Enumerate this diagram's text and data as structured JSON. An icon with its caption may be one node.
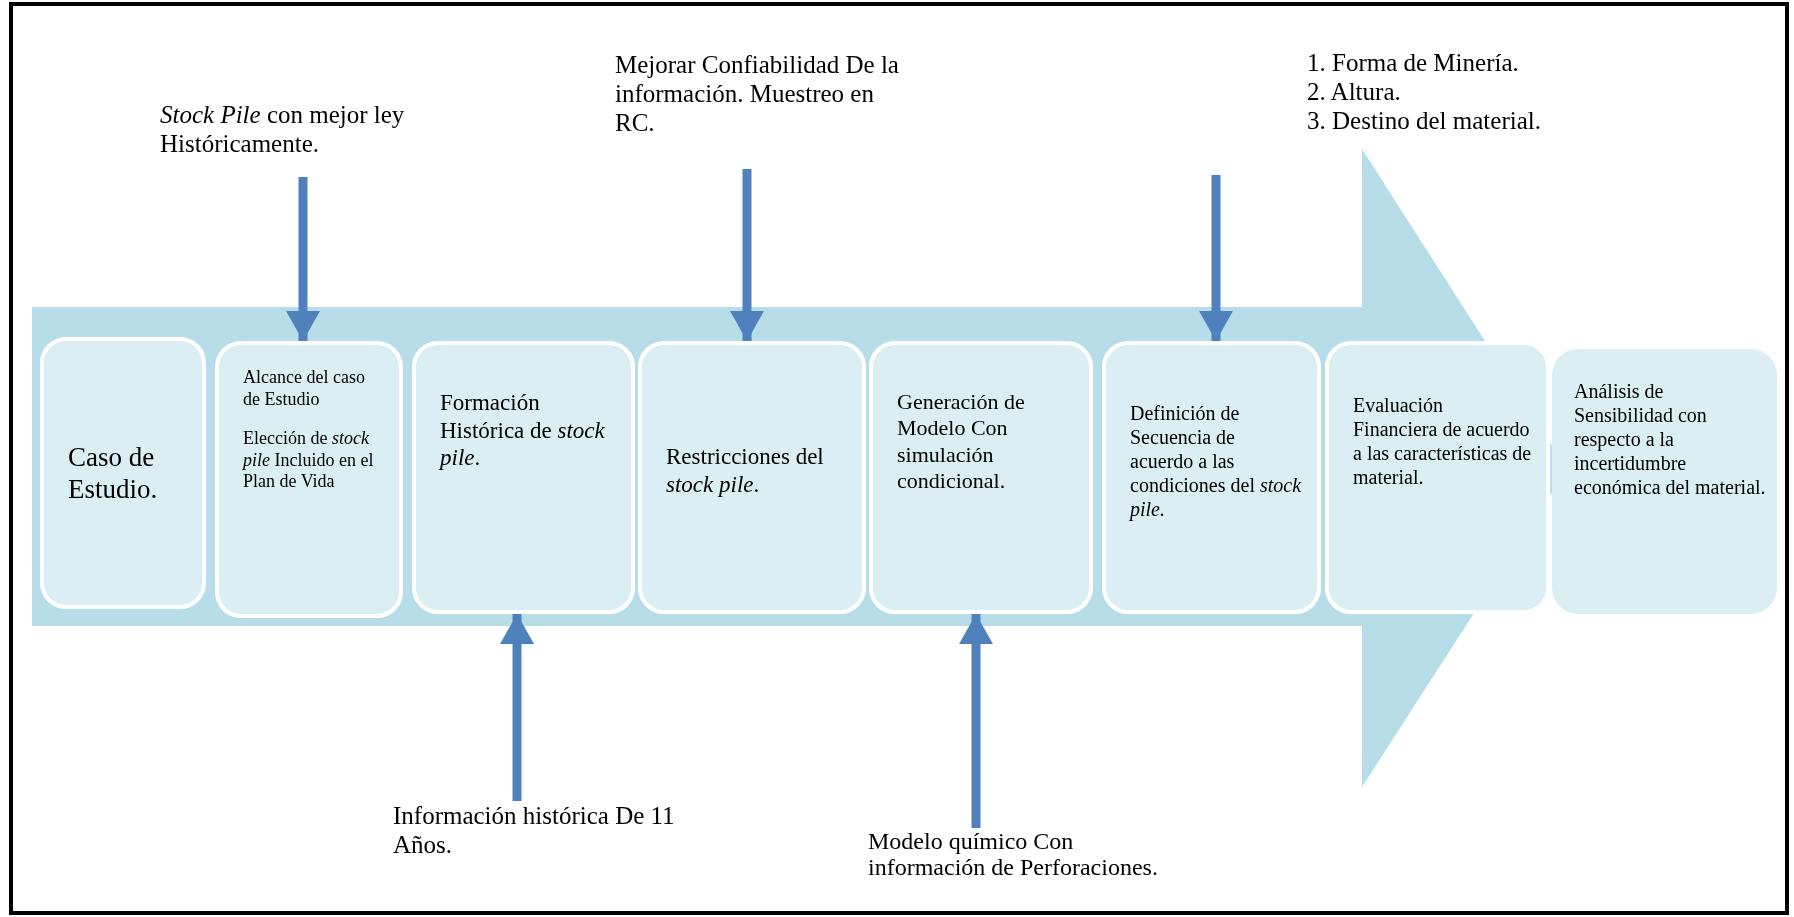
{
  "diagram": {
    "nodes": [
      {
        "text": [
          "*Stock Pile* con mejor ley Históricamente."
        ]
      },
      {
        "text": [
          "Mejorar Confiabilidad De la información. Muestreo en RC."
        ]
      },
      {
        "text": [
          "1. Forma de Minería.",
          "2. Altura.",
          "3. Destino del material."
        ]
      },
      {
        "text": [
          "Caso de Estudio."
        ]
      },
      {
        "text": [
          "Alcance del caso de Estudio",
          "Elección de *stock pile* Incluido en el Plan de Vida"
        ]
      },
      {
        "text": [
          "Formación Histórica de *stock pile*."
        ]
      },
      {
        "text": [
          "Restricciones del *stock pile*."
        ]
      },
      {
        "text": [
          "Generación de Modelo Con simulación condicional."
        ]
      },
      {
        "text": [
          "Definición de Secuencia de acuerdo a las condiciones del *stock pile.*"
        ]
      },
      {
        "text": [
          "Evaluación Financiera de acuerdo a las características de material."
        ]
      },
      {
        "text": [
          "Análisis de Sensibilidad con respecto a la incertidumbre económica del material."
        ]
      },
      {
        "text": [
          "Información histórica De 11 Años."
        ]
      },
      {
        "text": [
          "Modelo químico Con información de Perforaciones."
        ]
      }
    ],
    "edges": [
      {
        "from": 0,
        "to": 4,
        "arrow": "to"
      },
      {
        "from": 1,
        "to": 6,
        "arrow": "to"
      },
      {
        "from": 2,
        "to": 8,
        "arrow": "to"
      },
      {
        "from": 11,
        "to": 5,
        "arrow": "to"
      },
      {
        "from": 12,
        "to": 7,
        "arrow": "to"
      }
    ]
  }
}
